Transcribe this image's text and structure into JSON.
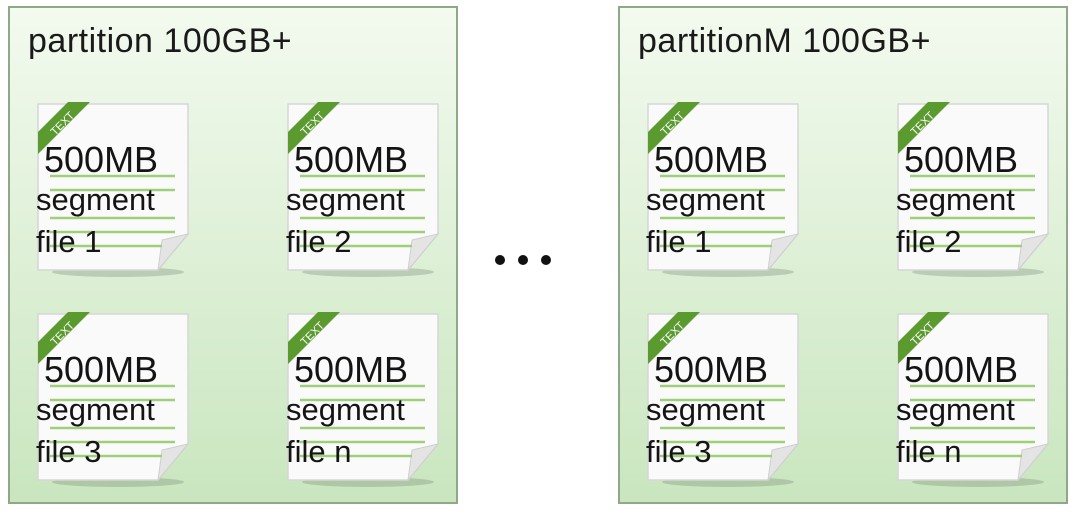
{
  "partitions": [
    {
      "title": "partition 100GB+",
      "files": [
        {
          "ribbon": "TEXT",
          "size": "500MB",
          "kind": "segment",
          "name": "file 1"
        },
        {
          "ribbon": "TEXT",
          "size": "500MB",
          "kind": "segment",
          "name": "file 2"
        },
        {
          "ribbon": "TEXT",
          "size": "500MB",
          "kind": "segment",
          "name": "file 3"
        },
        {
          "ribbon": "TEXT",
          "size": "500MB",
          "kind": "segment",
          "name": "file n"
        }
      ]
    },
    {
      "title": "partitionM 100GB+",
      "files": [
        {
          "ribbon": "TEXT",
          "size": "500MB",
          "kind": "segment",
          "name": "file 1"
        },
        {
          "ribbon": "TEXT",
          "size": "500MB",
          "kind": "segment",
          "name": "file 2"
        },
        {
          "ribbon": "TEXT",
          "size": "500MB",
          "kind": "segment",
          "name": "file 3"
        },
        {
          "ribbon": "TEXT",
          "size": "500MB",
          "kind": "segment",
          "name": "file n"
        }
      ]
    }
  ],
  "separator": "ellipsis",
  "colors": {
    "partition_border": "#8fa889",
    "partition_fill_top": "#f3faef",
    "partition_fill_bottom": "#c9e6bf",
    "ribbon": "#5a9a2e",
    "doc_lines": "#9fcf7a"
  }
}
